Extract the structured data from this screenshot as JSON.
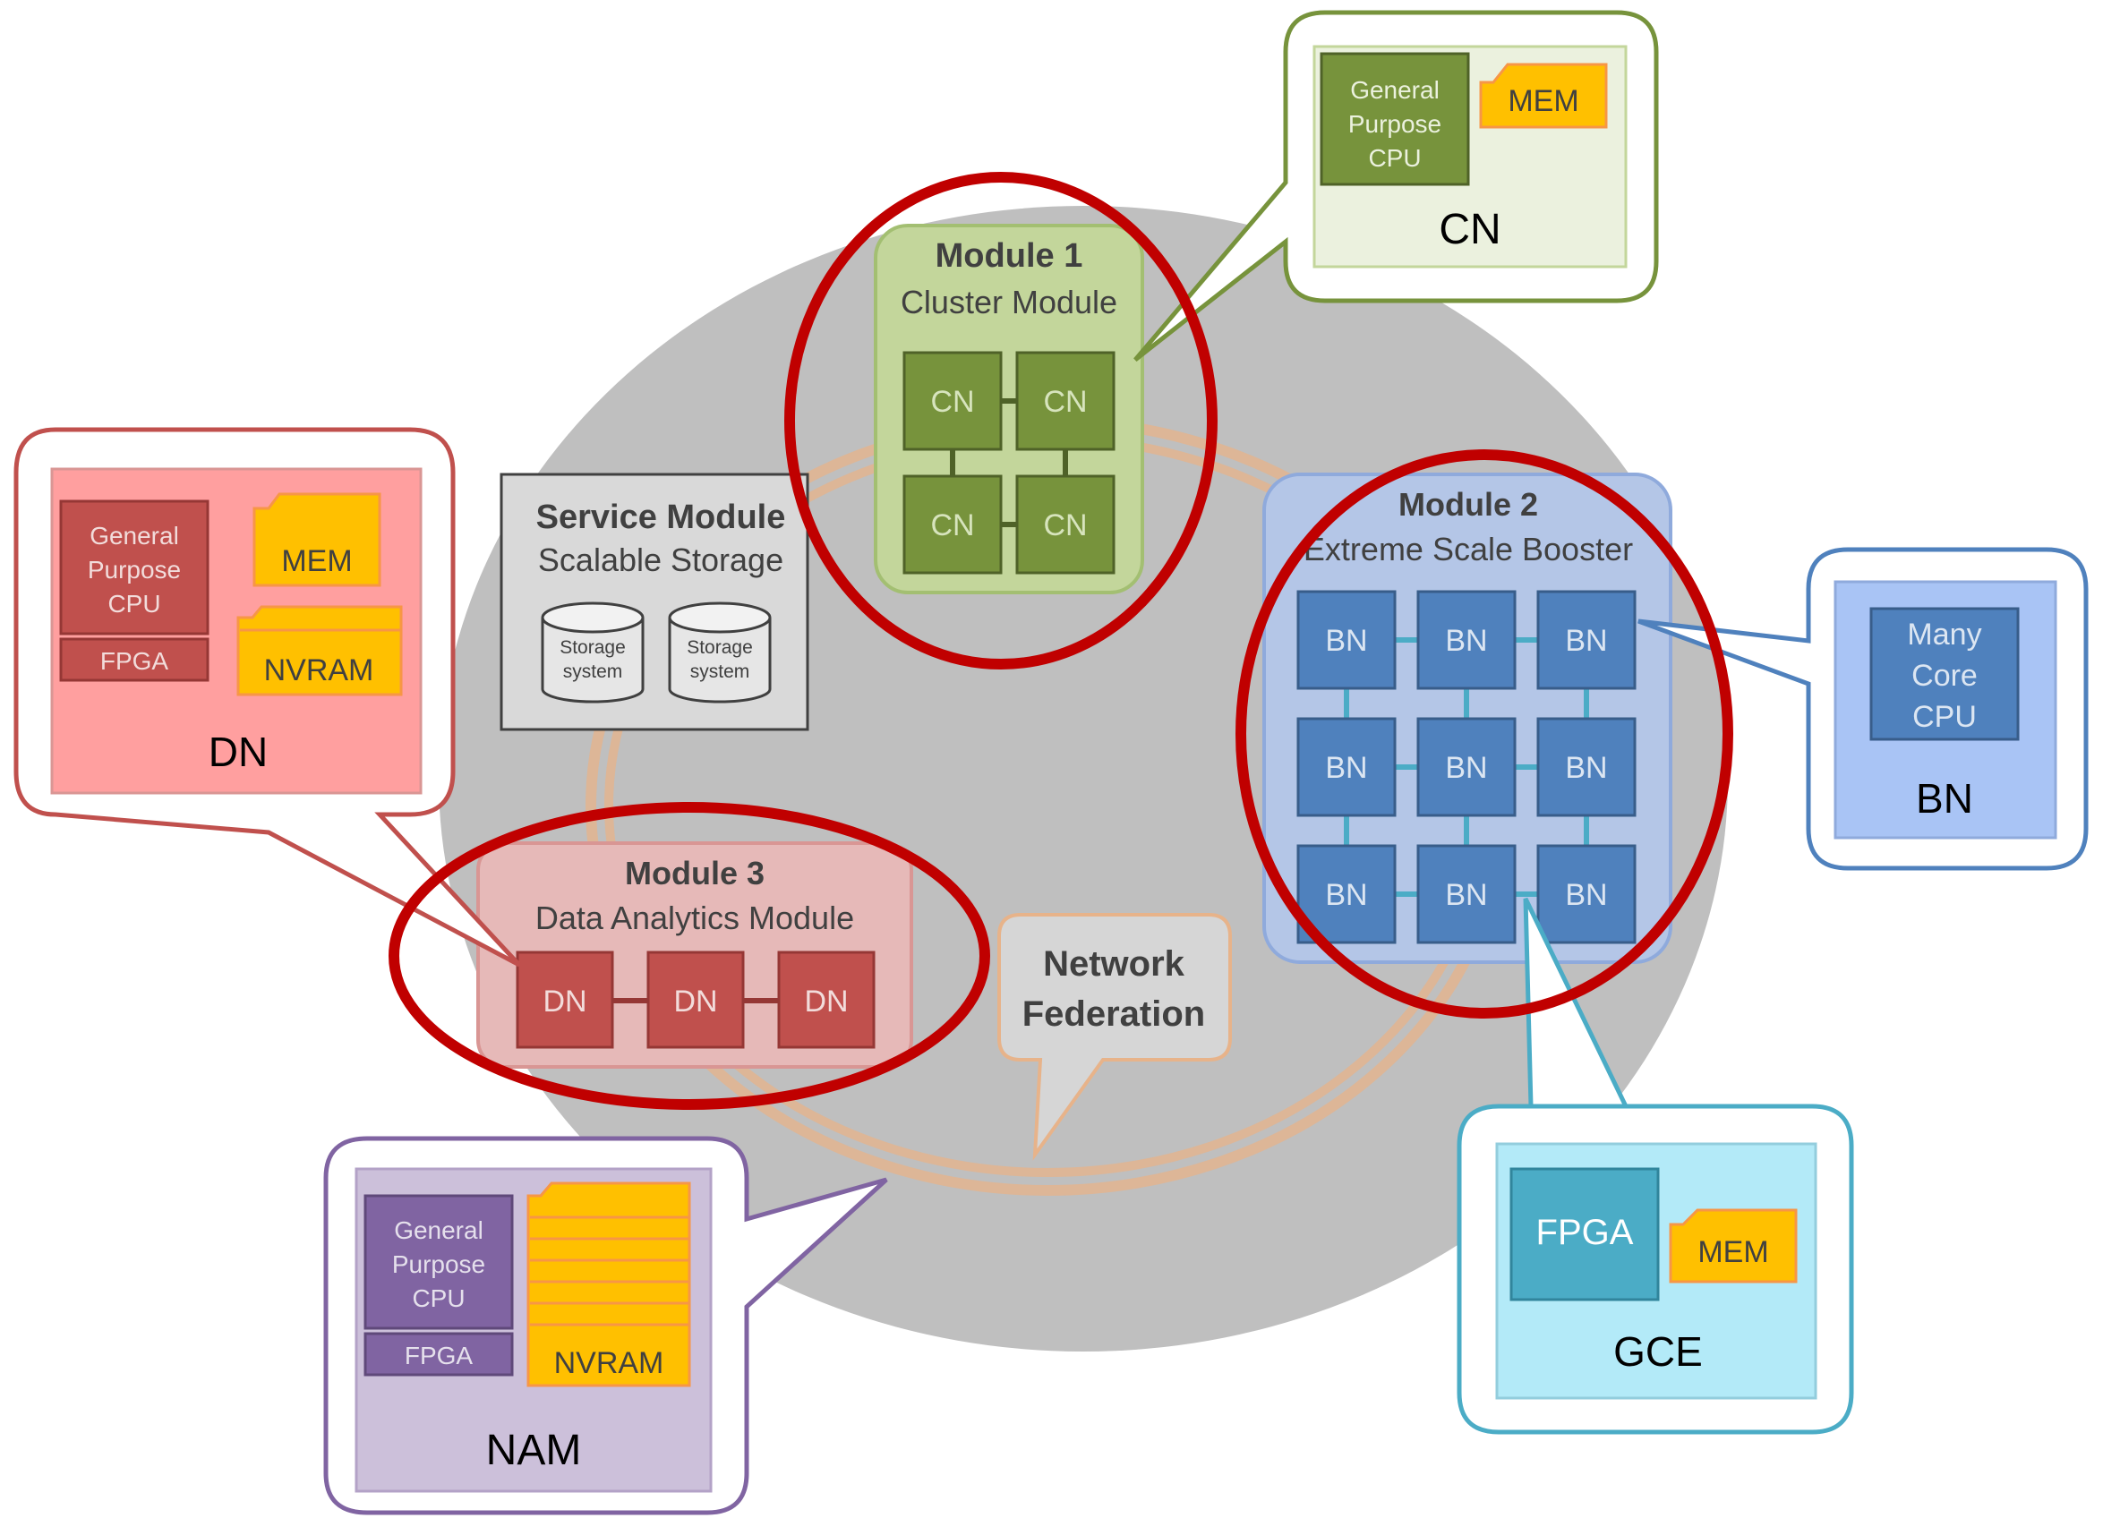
{
  "service_module": {
    "title": "Service Module",
    "subtitle": "Scalable Storage",
    "storage": [
      {
        "line1": "Storage",
        "line2": "system"
      },
      {
        "line1": "Storage",
        "line2": "system"
      }
    ]
  },
  "module1": {
    "title": "Module 1",
    "subtitle": "Cluster Module",
    "nodes": [
      "CN",
      "CN",
      "CN",
      "CN"
    ]
  },
  "module2": {
    "title": "Module 2",
    "subtitle": "Extreme Scale Booster",
    "nodes": [
      "BN",
      "BN",
      "BN",
      "BN",
      "BN",
      "BN",
      "BN",
      "BN",
      "BN"
    ]
  },
  "module3": {
    "title": "Module 3",
    "subtitle": "Data Analytics Module",
    "nodes": [
      "DN",
      "DN",
      "DN"
    ]
  },
  "network": {
    "line1": "Network",
    "line2": "Federation"
  },
  "callout_cn": {
    "cpu": [
      "General",
      "Purpose",
      "CPU"
    ],
    "mem": "MEM",
    "label": "CN"
  },
  "callout_dn": {
    "cpu": [
      "General",
      "Purpose",
      "CPU"
    ],
    "fpga": "FPGA",
    "mem": "MEM",
    "nvram": "NVRAM",
    "label": "DN"
  },
  "callout_bn": {
    "cpu": [
      "Many",
      "Core",
      "CPU"
    ],
    "label": "BN"
  },
  "callout_gce": {
    "fpga": "FPGA",
    "mem": "MEM",
    "label": "GCE"
  },
  "callout_nam": {
    "cpu": [
      "General",
      "Purpose",
      "CPU"
    ],
    "fpga": "FPGA",
    "nvram": "NVRAM",
    "label": "NAM"
  },
  "colors": {
    "cluster": "#9bbb59",
    "booster": "#4f81bd",
    "analytics": "#c0504d",
    "nam": "#8064a2",
    "gce": "#4bacc6",
    "memory": "#ffc000",
    "highlight": "#c00000"
  }
}
